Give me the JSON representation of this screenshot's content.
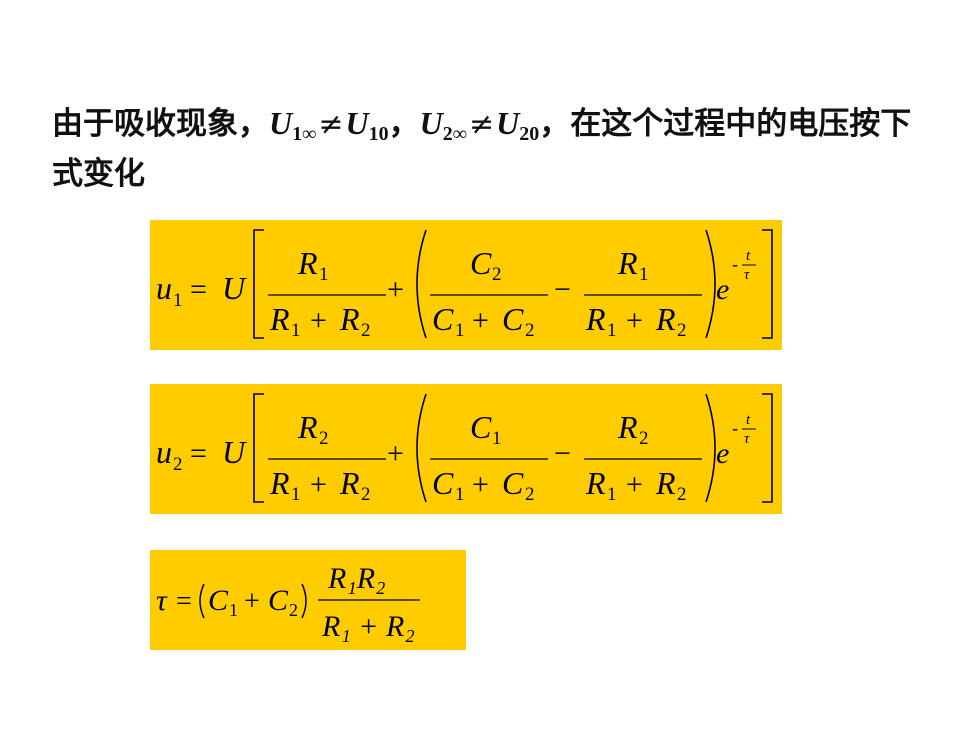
{
  "heading": {
    "prefix": "由于吸收现象，",
    "u1_inf": "U",
    "u1_inf_sub": "1∞",
    "neq": "≠",
    "u10": "U",
    "u10_sub": "10",
    "sep": "，",
    "u2_inf": "U",
    "u2_inf_sub": "2∞",
    "u20": "U",
    "u20_sub": "20",
    "suffix": "，在这个过程中的电压按下式变化"
  },
  "formulas": {
    "eq1": {
      "lhs": "u",
      "lhs_sub": "1",
      "top_num_a": "1",
      "mid_num": "2",
      "right_num": "1"
    },
    "eq2": {
      "lhs": "u",
      "lhs_sub": "2",
      "top_num_a": "2",
      "mid_num": "1",
      "right_num": "2"
    },
    "tau": {
      "lhs": "τ",
      "num": "R₁R₂",
      "den": "R₁ + R₂"
    }
  },
  "colors": {
    "highlight": "#ffcc00",
    "text": "#111111"
  }
}
